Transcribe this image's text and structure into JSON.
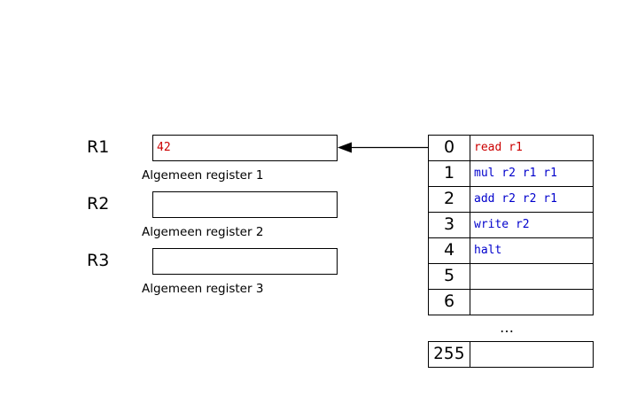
{
  "colors": {
    "register_value": "#cc0000",
    "read_instruction": "#cc0000",
    "instruction": "#0000cc",
    "line": "#000000"
  },
  "registers": [
    {
      "name": "R1",
      "value": "42",
      "caption": "Algemeen register 1"
    },
    {
      "name": "R2",
      "value": "",
      "caption": "Algemeen register 2"
    },
    {
      "name": "R3",
      "value": "",
      "caption": "Algemeen register 3"
    }
  ],
  "memory": {
    "rows": [
      {
        "address": "0",
        "content": "read r1"
      },
      {
        "address": "1",
        "content": "mul r2 r1 r1"
      },
      {
        "address": "2",
        "content": "add r2 r2 r1"
      },
      {
        "address": "3",
        "content": "write r2"
      },
      {
        "address": "4",
        "content": "halt"
      },
      {
        "address": "5",
        "content": ""
      },
      {
        "address": "6",
        "content": ""
      }
    ],
    "ellipsis": "…",
    "last_row": {
      "address": "255",
      "content": ""
    }
  }
}
